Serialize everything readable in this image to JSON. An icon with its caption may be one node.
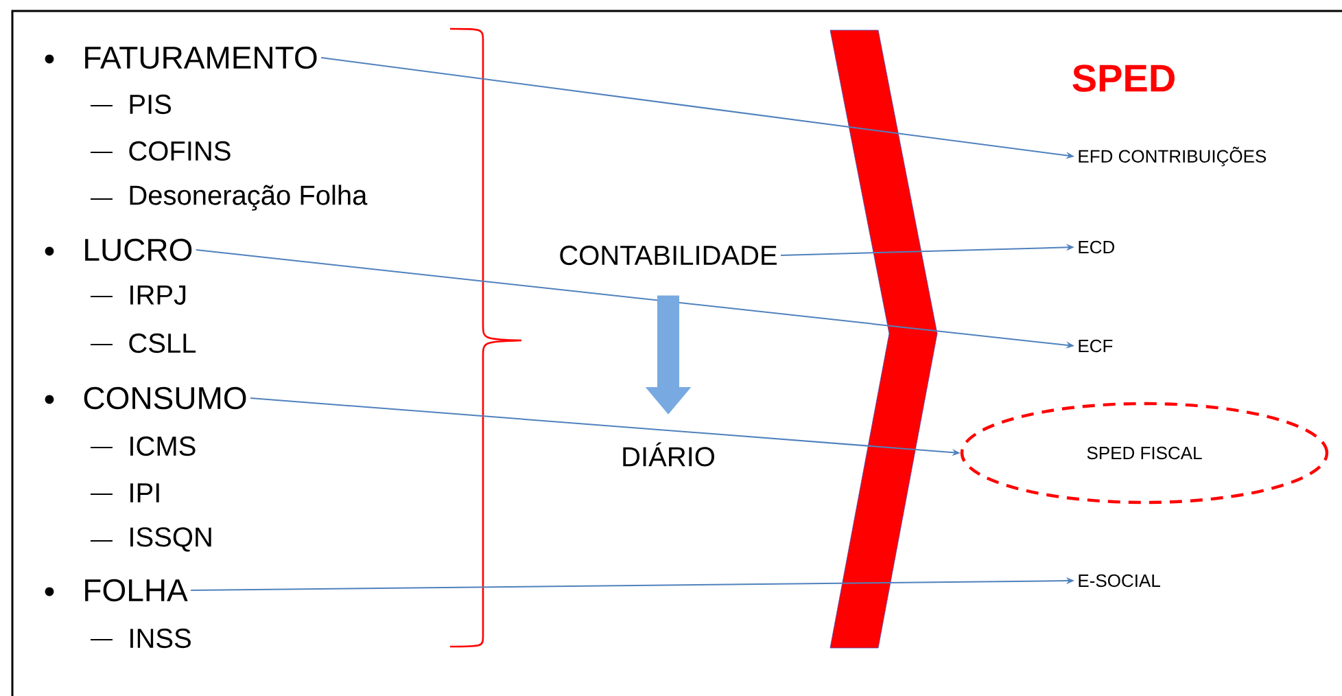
{
  "diagram": {
    "nodes": [
      {
        "text": [
          "FATURAMENTO"
        ]
      },
      {
        "text": [
          "LUCRO"
        ]
      },
      {
        "text": [
          "CONSUMO"
        ]
      },
      {
        "text": [
          "FOLHA"
        ]
      },
      {
        "text": [
          "CONTABILIDADE"
        ]
      },
      {
        "text": [
          "DIÁRIO"
        ]
      },
      {
        "text": [
          "EFD CONTRIBUIÇÕES"
        ]
      },
      {
        "text": [
          "ECD"
        ]
      },
      {
        "text": [
          "ECF"
        ]
      },
      {
        "text": [
          "SPED FISCAL"
        ]
      },
      {
        "text": [
          "E-SOCIAL"
        ]
      }
    ],
    "edges": [
      {
        "from": 0,
        "to": 6,
        "arrow": "to"
      },
      {
        "from": 4,
        "to": 7,
        "arrow": "to"
      },
      {
        "from": 1,
        "to": 8,
        "arrow": "to"
      },
      {
        "from": 4,
        "to": 5,
        "arrow": "to",
        "style": "thick"
      },
      {
        "from": 2,
        "to": 9,
        "arrow": "to"
      },
      {
        "from": 3,
        "to": 10,
        "arrow": "to"
      }
    ],
    "labels": [
      "SPED",
      "PIS",
      "COFINS",
      "Desoneração Folha",
      "IRPJ",
      "CSLL",
      "ICMS",
      "IPI",
      "ISSQN",
      "INSS"
    ]
  }
}
